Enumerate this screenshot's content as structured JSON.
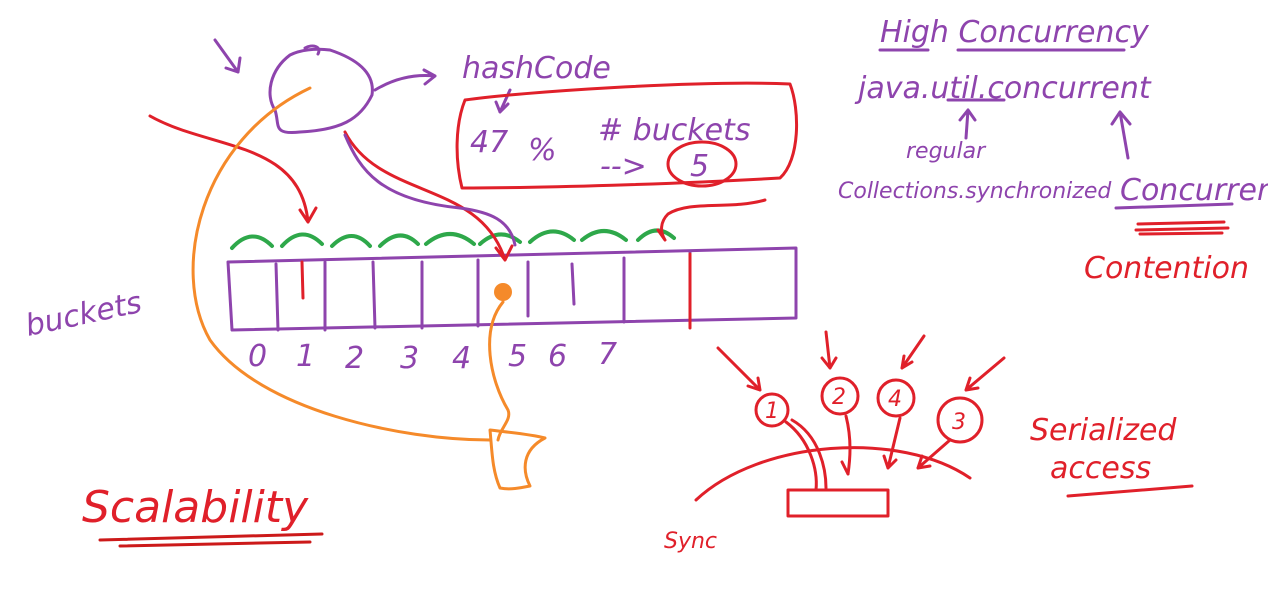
{
  "labels": {
    "hash_code": "hashCode",
    "expr_left": "47",
    "expr_op": "%",
    "expr_buckets": "# buckets",
    "expr_arrow": "-->",
    "expr_result": "5",
    "buckets": "buckets",
    "high_concurrency": "High Concurrency",
    "package": "java.util.concurrent",
    "regular": "regular",
    "collections_sync": "Collections.synchronized",
    "concurrent": "Concurrent",
    "contention": "Contention",
    "scalability": "Scalability",
    "serialized_access": "Serialized access",
    "sync": "Sync"
  },
  "bucket_indices": [
    "0",
    "1",
    "2",
    "3",
    "4",
    "5",
    "6",
    "7"
  ],
  "threads": [
    "1",
    "2",
    "4",
    "3"
  ],
  "colors": {
    "purple": "#8e44ad",
    "red": "#e0202a",
    "green": "#2ea84a",
    "orange": "#f58a2a"
  }
}
